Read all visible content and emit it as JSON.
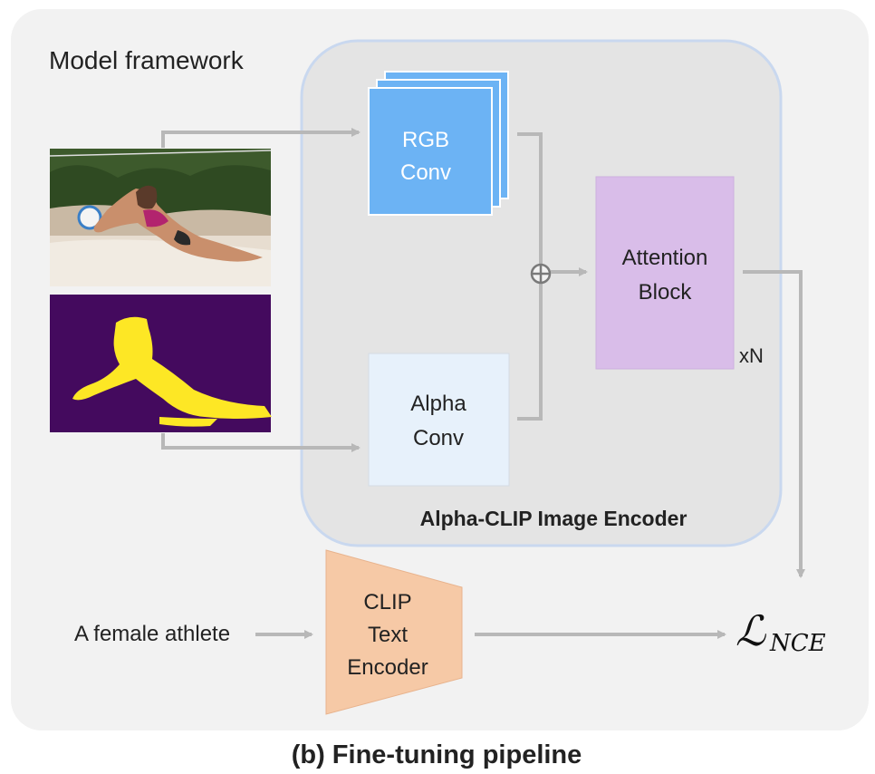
{
  "frame_title": "Model framework",
  "rgb_conv": {
    "line1": "RGB",
    "line2": "Conv"
  },
  "alpha_conv": {
    "line1": "Alpha",
    "line2": "Conv"
  },
  "attention_block": {
    "line1": "Attention",
    "line2": "Block",
    "repeat": "xN"
  },
  "encoder_label": "Alpha-CLIP Image Encoder",
  "text_encoder": {
    "line1": "CLIP",
    "line2": "Text",
    "line3": "Encoder"
  },
  "text_input": "A female athlete",
  "loss_symbol": "ℒ",
  "loss_subscript": "NCE",
  "caption": "(b) Fine-tuning pipeline",
  "colors": {
    "panel_bg": "#f2f2f2",
    "encoder_bg": "#e4e4e4",
    "encoder_border": "#c9d8ef",
    "rgb_conv": "#6cb3f4",
    "alpha_conv": "#e7f1fb",
    "attention": "#d9bde9",
    "text_encoder": "#f6c9a6",
    "arrow": "#b8b8b8",
    "mask_bg": "#440a5e",
    "mask_fg": "#fde725"
  }
}
